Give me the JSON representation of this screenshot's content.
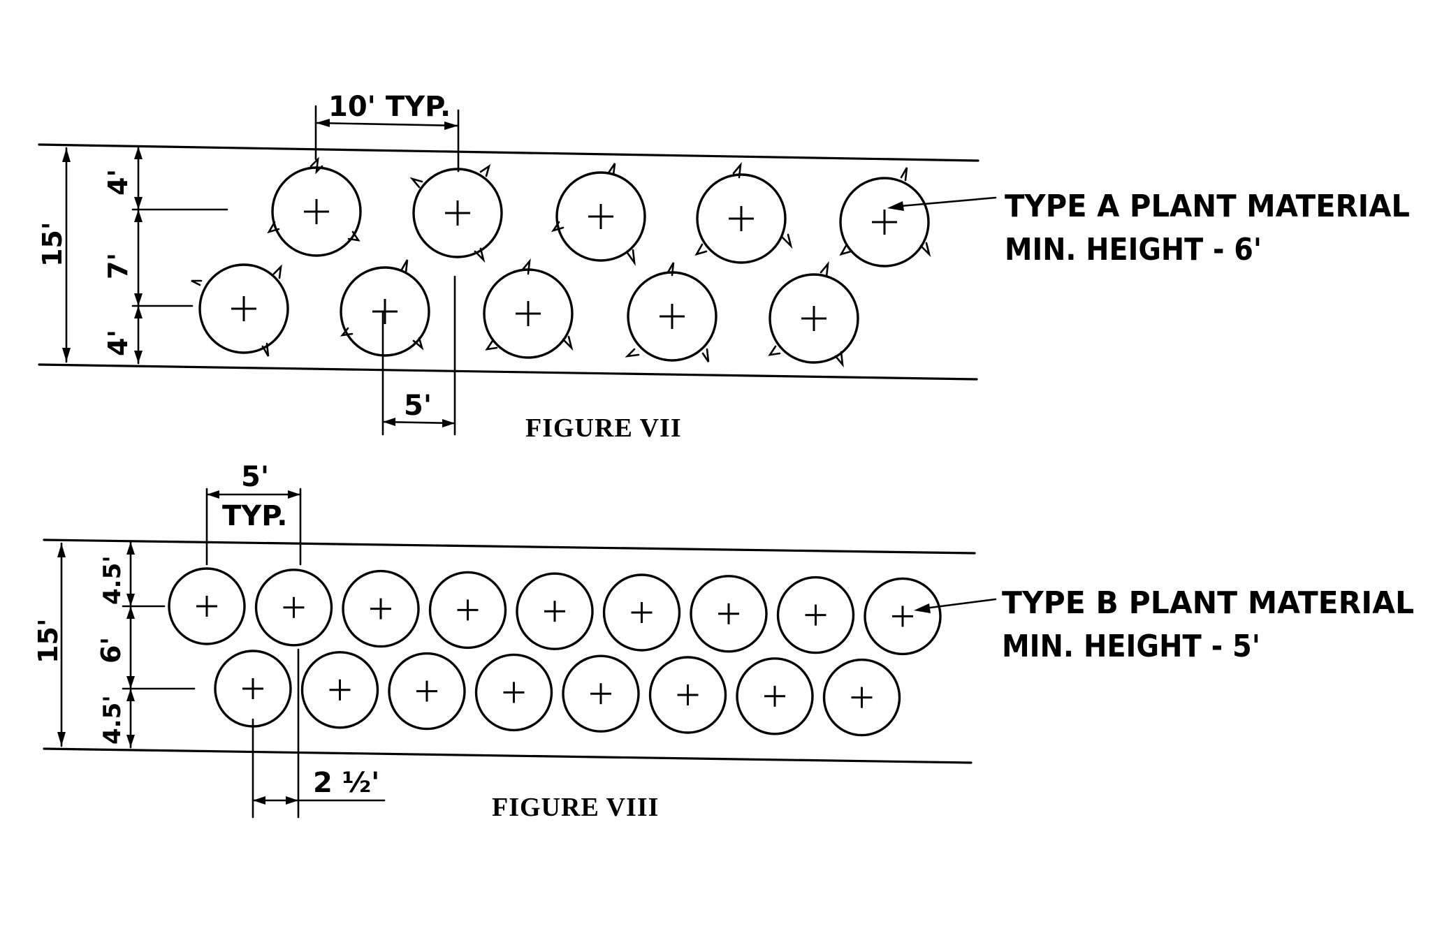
{
  "figure_vii": {
    "caption": "FIGURE VII",
    "spacing_label": "10' TYP.",
    "offset_label": "5'",
    "total_width_label": "15'",
    "top_margin_label": "4'",
    "middle_label": "7'",
    "bottom_margin_label": "4'",
    "plant_label_line1": "TYPE A PLANT MATERIAL",
    "plant_label_line2": "MIN. HEIGHT - 6'",
    "top_row_count": 5,
    "bottom_row_count": 5
  },
  "figure_viii": {
    "caption": "FIGURE VIII",
    "spacing_label_top": "5'",
    "spacing_label_bottom": "TYP.",
    "offset_label": "2 ½'",
    "total_width_label": "15'",
    "top_margin_label": "4.5'",
    "middle_label": "6'",
    "bottom_margin_label": "4.5'",
    "plant_label_line1": "TYPE B PLANT MATERIAL",
    "plant_label_line2": "MIN. HEIGHT - 5'",
    "top_row_count": 9,
    "bottom_row_count": 8
  }
}
